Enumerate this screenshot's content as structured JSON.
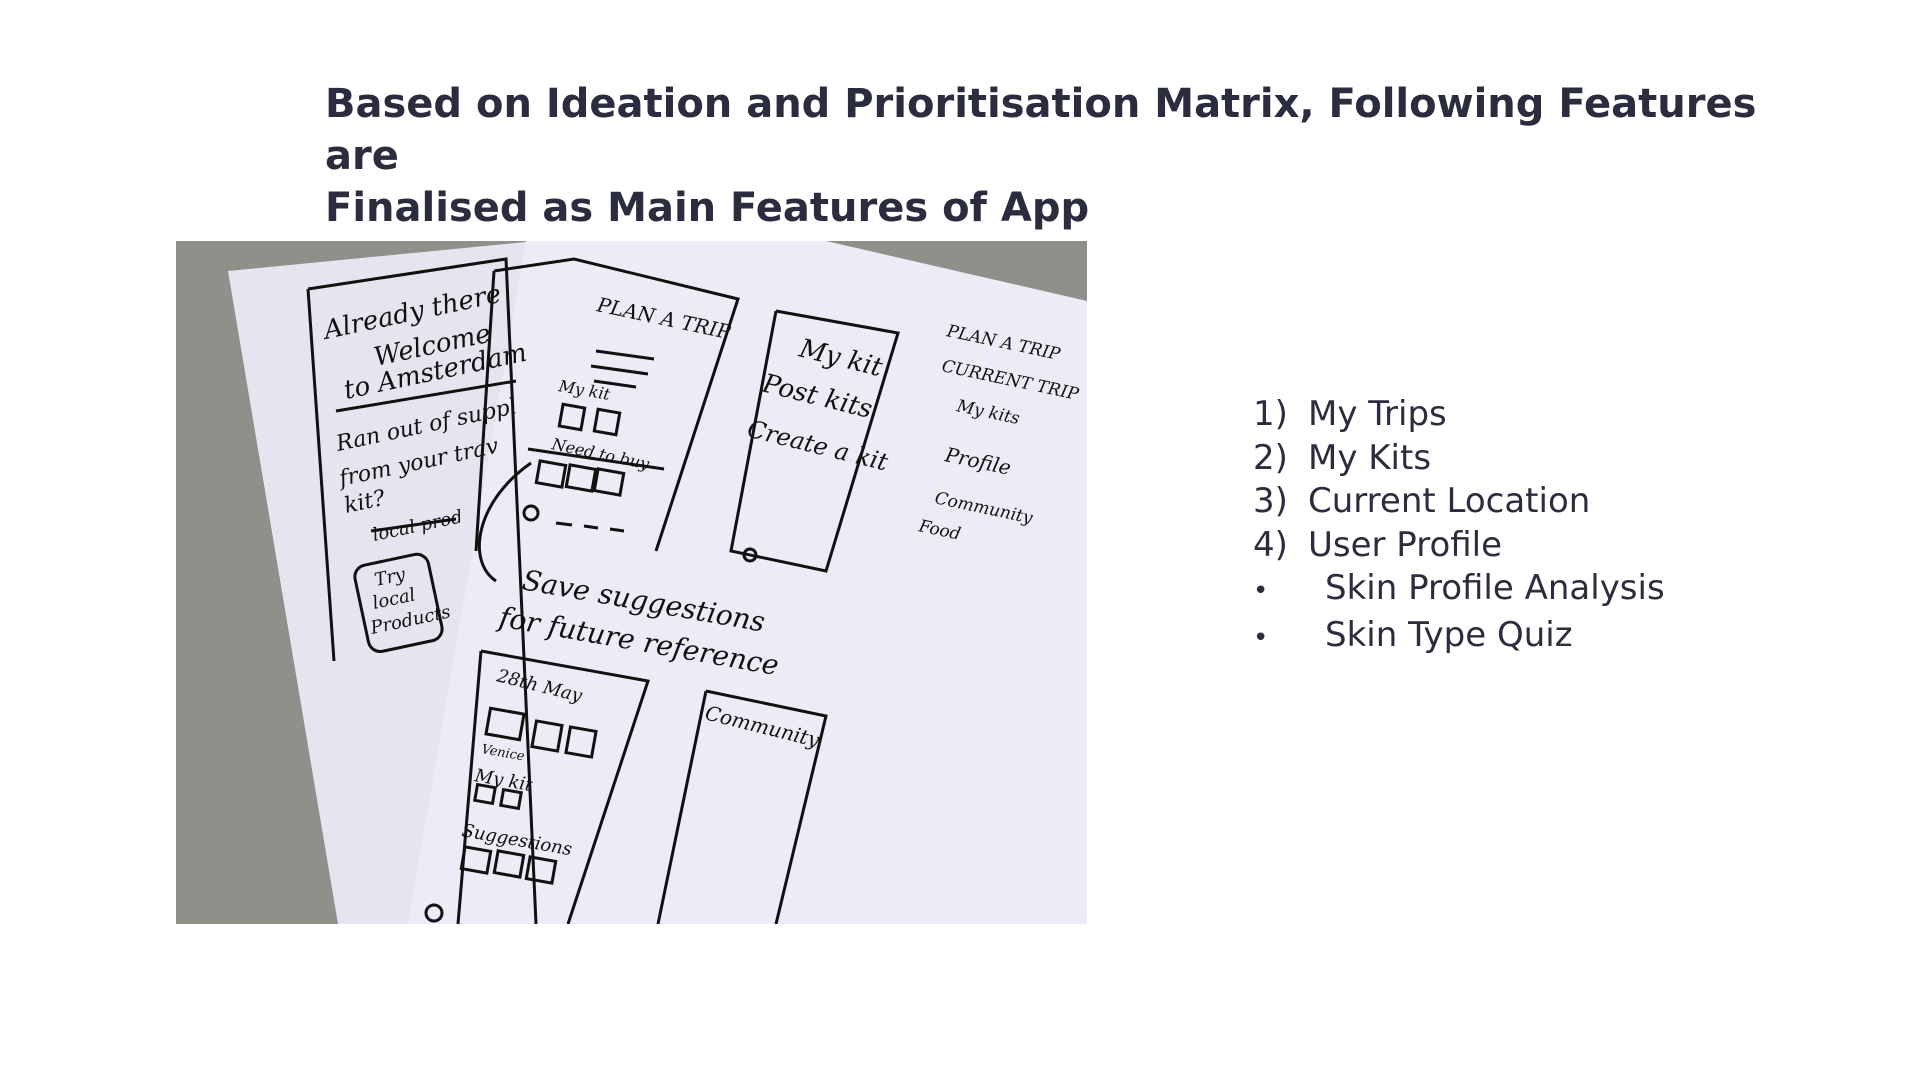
{
  "slide": {
    "title_line1": "Based on Ideation and Prioritisation Matrix, Following Features are",
    "title_line2": "Finalised as Main Features of App"
  },
  "photo": {
    "description_icon": "hand-drawn-wireframe-sketches-photo",
    "left_sheet": {
      "header_l1": "Already there",
      "header_l2": "Welcome",
      "header_l3": "to Amsterdam",
      "body_l1": "Ran out of suppl",
      "body_l2": "from your trav",
      "body_l3": "kit?",
      "body_l4": "local prod",
      "box_l1": "Try",
      "box_l2": "local",
      "box_l3": "Products"
    },
    "middle_sheet": {
      "plan_title": "PLAN A TRIP",
      "my_kit_label": "My kit",
      "need_to_buy_label": "Need to buy",
      "kit_screen_l1": "My kit",
      "kit_screen_l2": "Post kits",
      "kit_screen_l3": "Create a kit",
      "save_note_l1": "Save suggestions",
      "save_note_l2": "for future reference",
      "date_label": "28th May",
      "venice_label": "Venice",
      "my_kit_label_2": "My kit",
      "suggestions_label": "Suggestions",
      "community_label": "Community",
      "side_list": [
        "PLAN A TRIP",
        "CURRENT TRIP",
        "My kits",
        "Profile",
        "Community",
        "Food"
      ]
    }
  },
  "features": {
    "items": [
      {
        "marker": "1)",
        "label": "My Trips"
      },
      {
        "marker": "2)",
        "label": "My Kits"
      },
      {
        "marker": "3)",
        "label": "Current Location"
      },
      {
        "marker": "4)",
        "label": "User Profile"
      },
      {
        "marker": "•",
        "label": "Skin Profile Analysis"
      },
      {
        "marker": "•",
        "label": "Skin Type Quiz"
      }
    ]
  }
}
